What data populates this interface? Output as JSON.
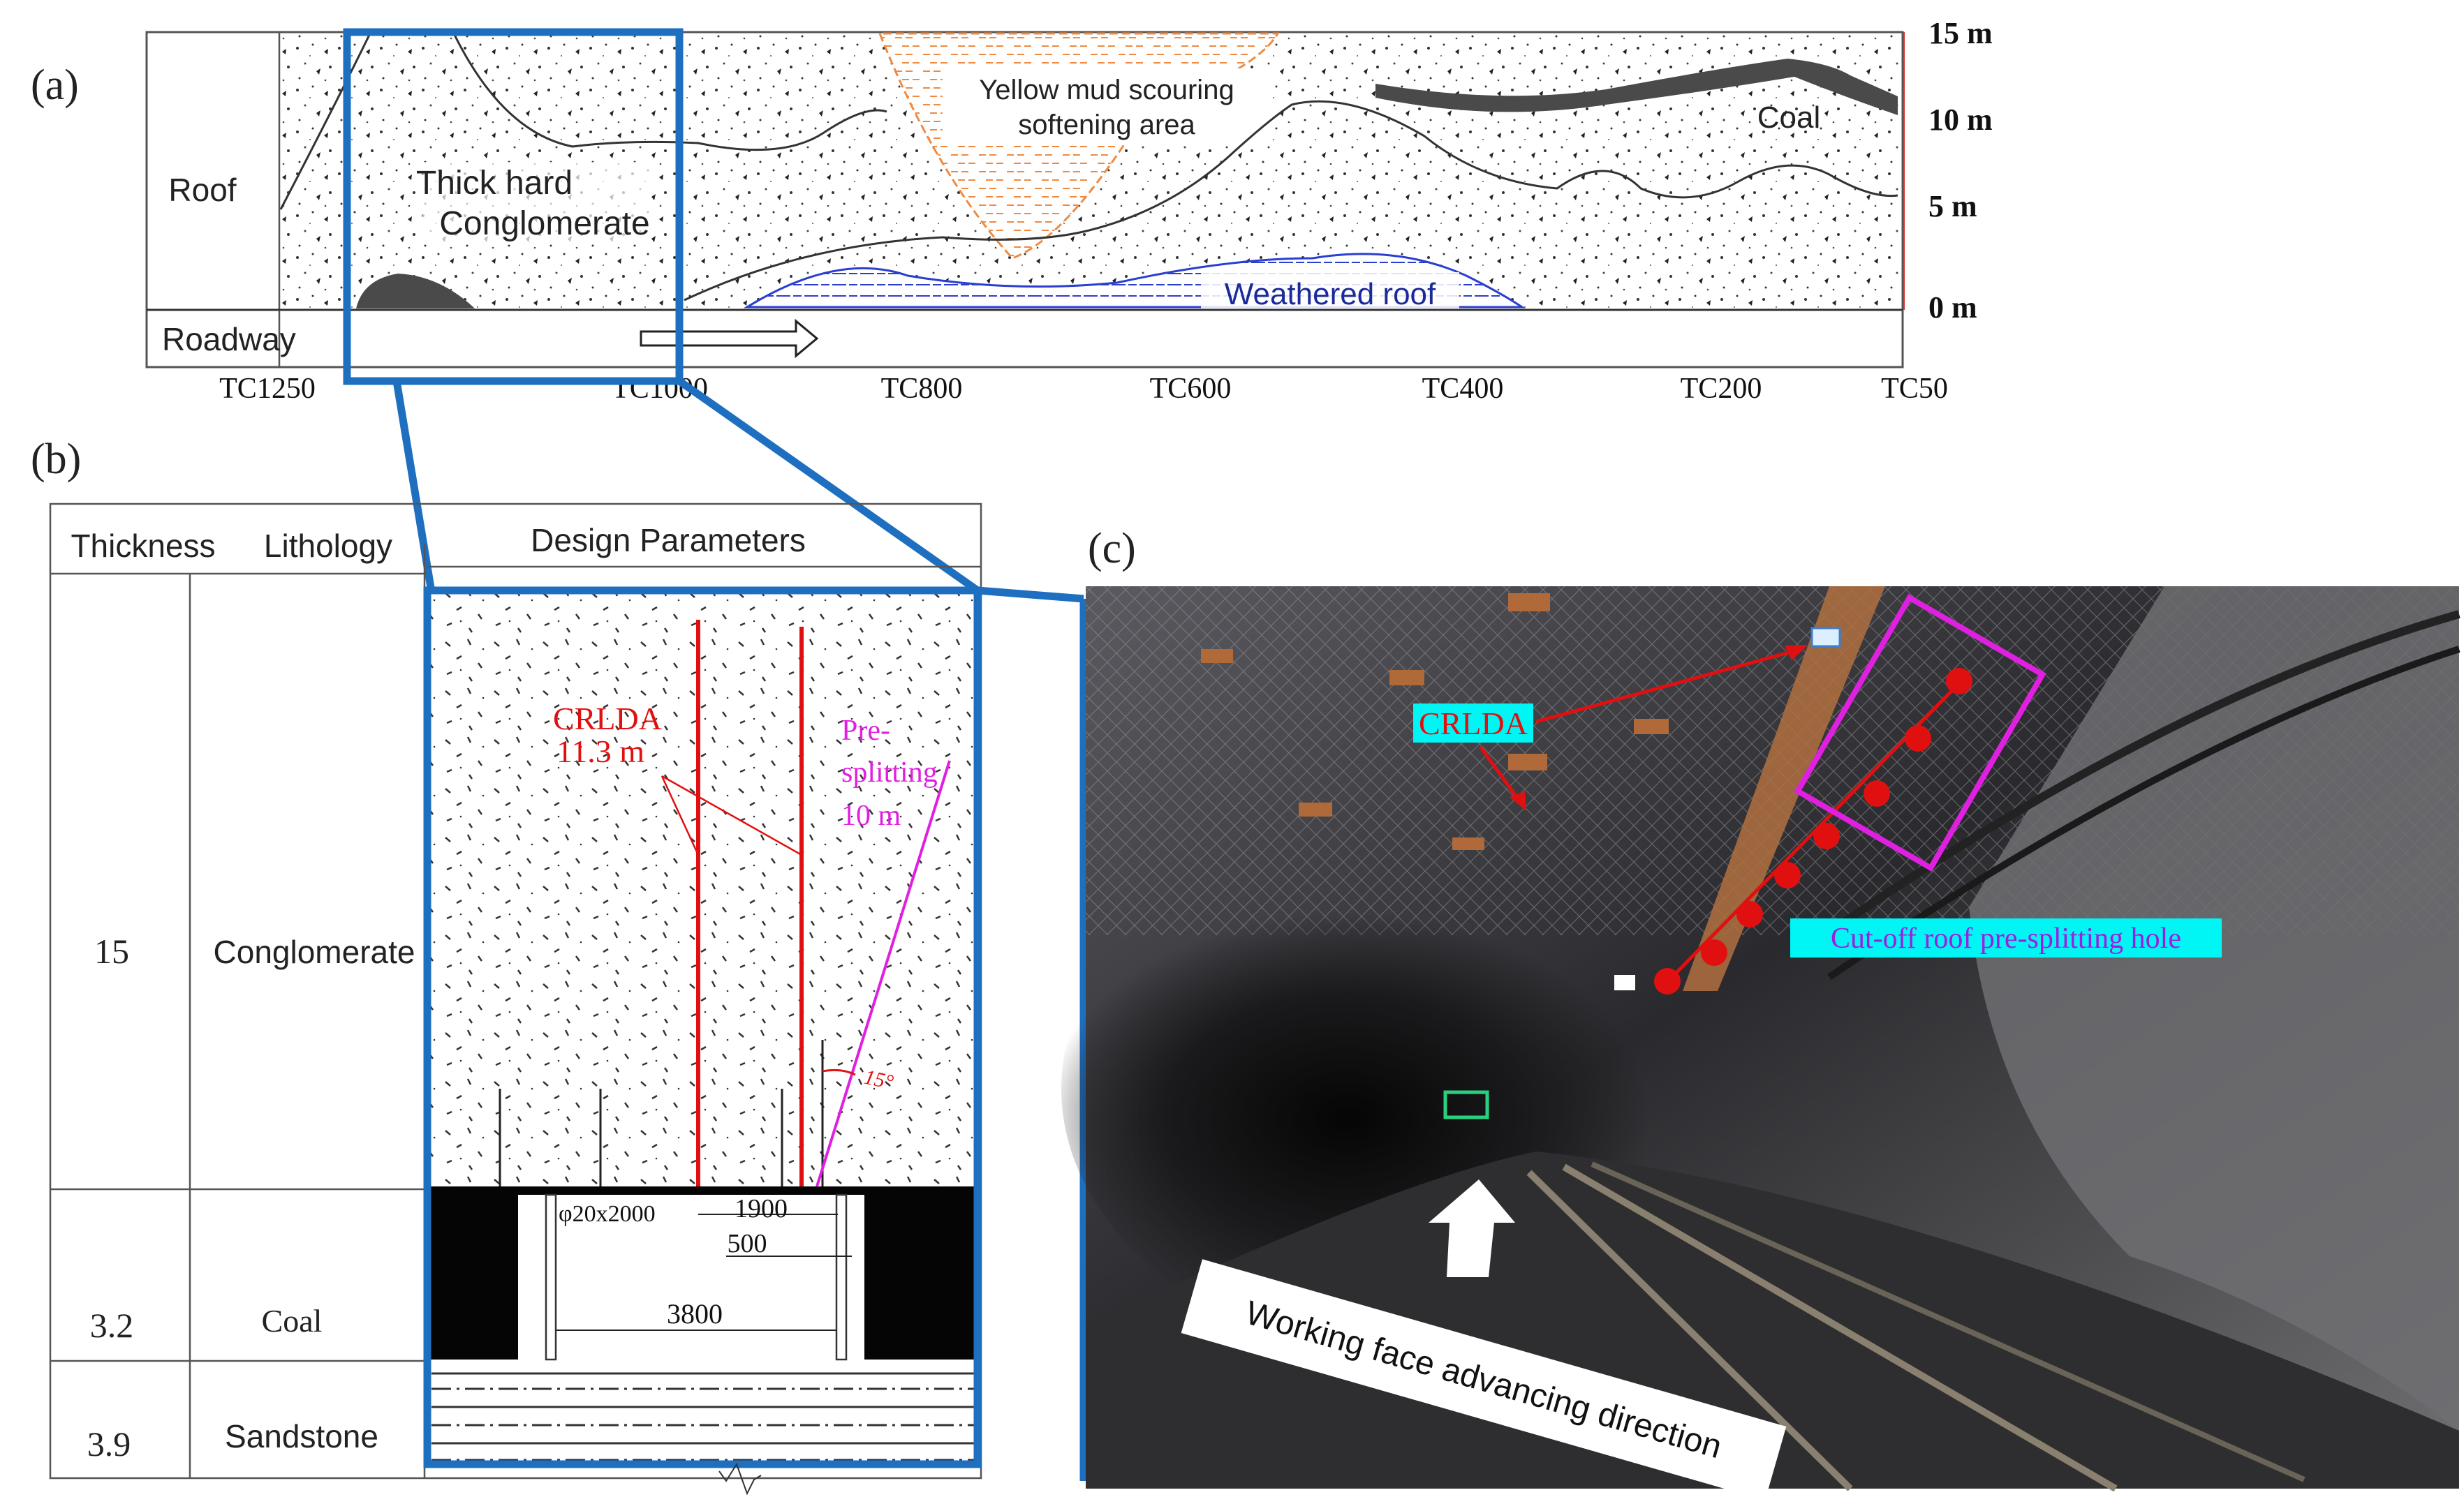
{
  "panel_a": {
    "label": "(a)",
    "row_roof": "Roof",
    "row_roadway": "Roadway",
    "thick_hard_line1": "Thick hard",
    "thick_hard_line2": "Conglomerate",
    "yellow_mud_line1": "Yellow mud scouring",
    "yellow_mud_line2": "softening area",
    "coal": "Coal",
    "weathered_roof": "Weathered roof",
    "depth_labels": [
      "15 m",
      "10 m",
      "5 m",
      "0 m"
    ],
    "stations": [
      "TC1250",
      "TC1000",
      "TC800",
      "TC600",
      "TC400",
      "TC200",
      "TC50"
    ]
  },
  "panel_b": {
    "label": "(b)",
    "header_thickness": "Thickness",
    "header_lithology": "Lithology",
    "header_design": "Design Parameters",
    "rows": [
      {
        "thickness": "15",
        "lithology": "Conglomerate"
      },
      {
        "thickness": "3.2",
        "lithology": "Coal"
      },
      {
        "thickness": "3.9",
        "lithology": "Sandstone"
      }
    ],
    "crlda_line1": "CRLDA",
    "crlda_line2": "11.3 m",
    "presplit_line1": "Pre-",
    "presplit_line2": "splitting",
    "presplit_line3": "10 m",
    "angle": "15°",
    "bolt_spec": "φ20x2000",
    "dim_1900": "1900",
    "dim_500": "500",
    "dim_3800": "3800"
  },
  "panel_c": {
    "label": "(c)",
    "crlda_tag": "CRLDA",
    "hole_tag": "Cut-off roof pre-splitting hole",
    "advance_line1": "Working face advancing direction"
  },
  "colors": {
    "frame_blue": "#1f6fc0",
    "red": "#e01010",
    "magenta": "#e020e0",
    "orange": "#f08a40",
    "weathered_blue": "#2a3fd0",
    "highlight_cyan": "#00f5f5"
  }
}
